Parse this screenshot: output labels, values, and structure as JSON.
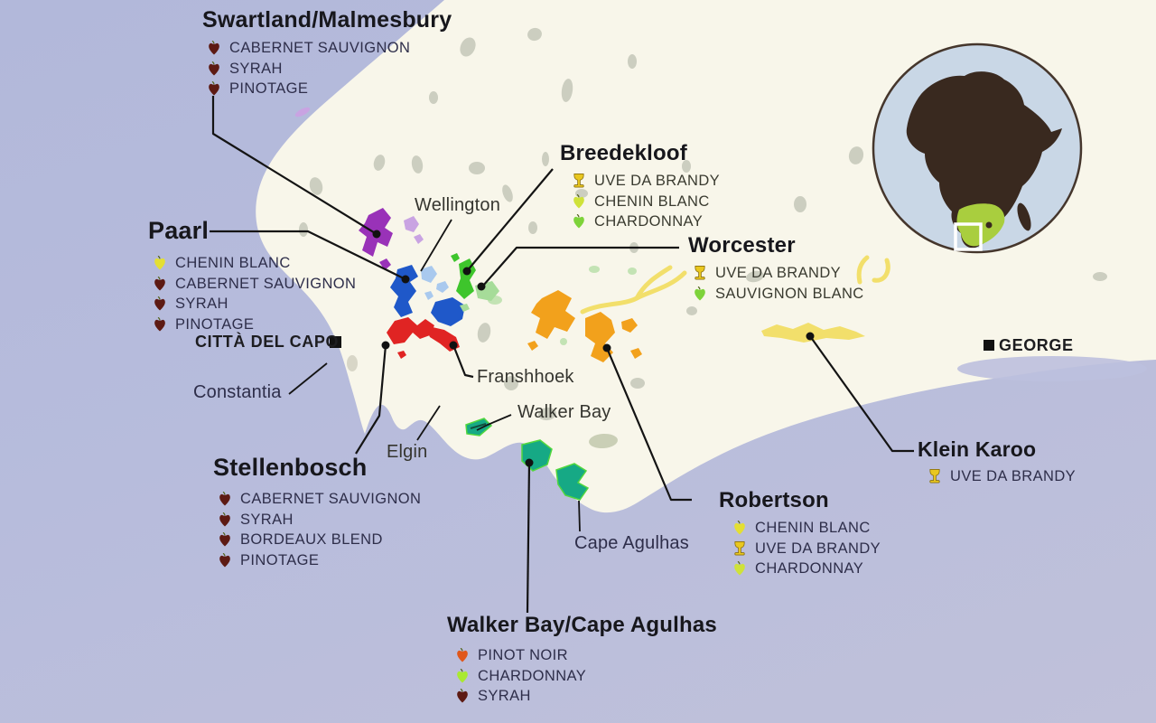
{
  "regions": [
    {
      "name": "Swartland/Malmesbury",
      "varieties": [
        {
          "label": "CABERNET SAUVIGNON",
          "icon": "grape",
          "color": "#5d1a13"
        },
        {
          "label": "SYRAH",
          "icon": "grape",
          "color": "#5d1a13"
        },
        {
          "label": "PINOTAGE",
          "icon": "grape",
          "color": "#5d1a13"
        }
      ]
    },
    {
      "name": "Paarl",
      "varieties": [
        {
          "label": "CHENIN BLANC",
          "icon": "grape",
          "color": "#e4df33"
        },
        {
          "label": "CABERNET SAUVIGNON",
          "icon": "grape",
          "color": "#5d1a13"
        },
        {
          "label": "SYRAH",
          "icon": "grape",
          "color": "#5d1a13"
        },
        {
          "label": "PINOTAGE",
          "icon": "grape",
          "color": "#5d1a13"
        }
      ]
    },
    {
      "name": "Breedekloof",
      "varieties": [
        {
          "label": "UVE DA BRANDY",
          "icon": "goblet",
          "color": "#e9c71f"
        },
        {
          "label": "CHENIN BLANC",
          "icon": "grape",
          "color": "#cfe23a"
        },
        {
          "label": "CHARDONNAY",
          "icon": "grape",
          "color": "#7ed33a"
        }
      ]
    },
    {
      "name": "Worcester",
      "varieties": [
        {
          "label": "UVE DA BRANDY",
          "icon": "goblet",
          "color": "#e9c71f"
        },
        {
          "label": "SAUVIGNON BLANC",
          "icon": "grape",
          "color": "#7ed33a"
        }
      ]
    },
    {
      "name": "Stellenbosch",
      "varieties": [
        {
          "label": "CABERNET SAUVIGNON",
          "icon": "grape",
          "color": "#5d1a13"
        },
        {
          "label": "SYRAH",
          "icon": "grape",
          "color": "#5d1a13"
        },
        {
          "label": "BORDEAUX BLEND",
          "icon": "grape",
          "color": "#5d1a13"
        },
        {
          "label": "PINOTAGE",
          "icon": "grape",
          "color": "#5d1a13"
        }
      ]
    },
    {
      "name": "Robertson",
      "varieties": [
        {
          "label": "CHENIN BLANC",
          "icon": "grape",
          "color": "#e4df33"
        },
        {
          "label": "UVE DA BRANDY",
          "icon": "goblet",
          "color": "#e9c71f"
        },
        {
          "label": "CHARDONNAY",
          "icon": "grape",
          "color": "#cfe23a"
        }
      ]
    },
    {
      "name": "Klein Karoo",
      "varieties": [
        {
          "label": "UVE DA BRANDY",
          "icon": "goblet",
          "color": "#e9c71f"
        }
      ]
    },
    {
      "name": "Walker Bay/Cape Agulhas",
      "varieties": [
        {
          "label": "PINOT NOIR",
          "icon": "grape",
          "color": "#e0571b"
        },
        {
          "label": "CHARDONNAY",
          "icon": "grape",
          "color": "#a9e930"
        },
        {
          "label": "SYRAH",
          "icon": "grape",
          "color": "#5d1a13"
        }
      ]
    }
  ],
  "towns": {
    "wellington": "Wellington",
    "franshhoek": "Franshhoek",
    "constantia": "Constantia",
    "walker_bay": "Walker Bay",
    "elgin": "Elgin",
    "cape_agulhas": "Cape Agulhas"
  },
  "cities": {
    "cape_town": "CITTÀ DEL CAPO",
    "george": "GEORGE"
  },
  "map_colors": {
    "sea": "#b7bcdc",
    "land": "#f8f6ea",
    "mountains": "#caccbe",
    "swartland": "#9932b8",
    "paarl": "#1f58c9",
    "wellington": "#a9c9ee",
    "breedekloof": "#3ec52c",
    "worcester": "#a6dc99",
    "stellenbosch": "#e02423",
    "robertson": "#f2a11c",
    "klein_karoo": "#f2df6b",
    "walker_bay": "#16a985"
  },
  "inset_colors": {
    "ocean": "#c9d7e6",
    "continent": "#39291f",
    "highlight": "#a9ce3e",
    "locator_box": "#ffffff"
  }
}
